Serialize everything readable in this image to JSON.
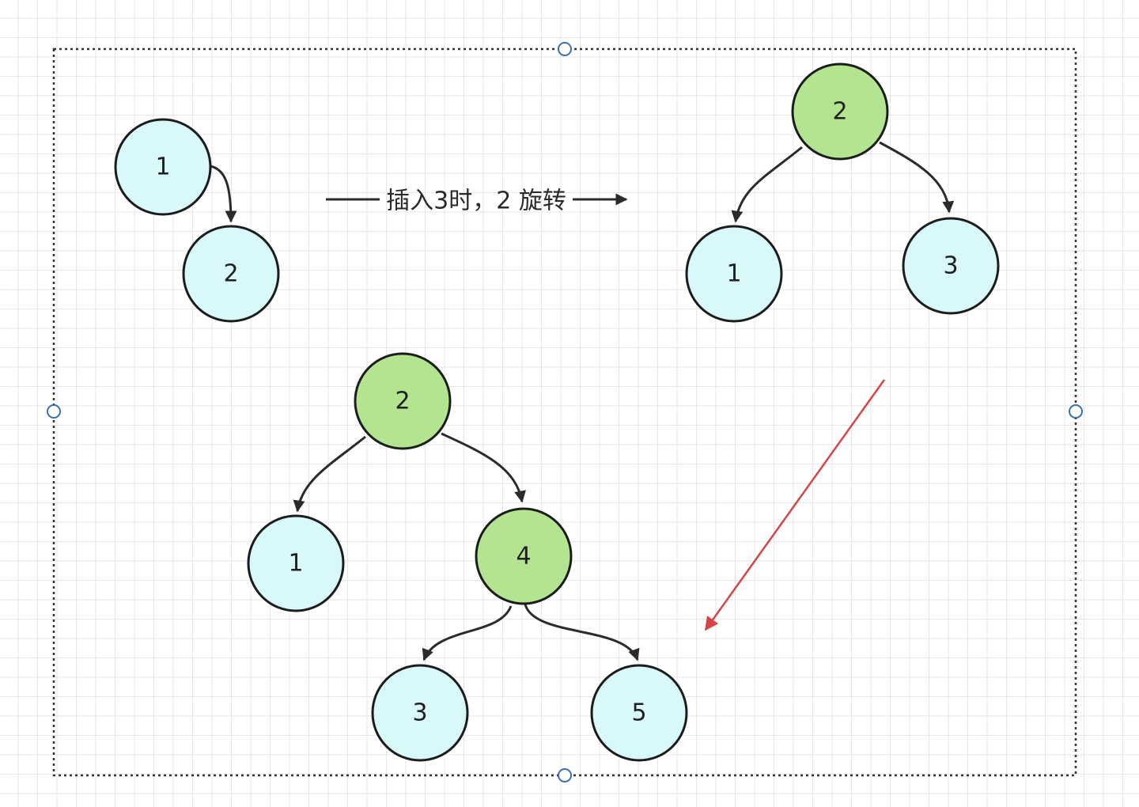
{
  "colors": {
    "node_leaf_fill": "#d9f8f9",
    "node_root_fill": "#b3e490",
    "edge": "#2b2b2b",
    "highlight_arrow": "#d64545",
    "selection_border": "#333333"
  },
  "diagram": {
    "step1": {
      "node_1": "1",
      "node_2": "2"
    },
    "transition": {
      "label": "插入3时，2 旋转"
    },
    "step2": {
      "node_root": "2",
      "node_left": "1",
      "node_right": "3"
    },
    "step3": {
      "node_root": "2",
      "node_left": "1",
      "node_mid": "4",
      "node_ll": "3",
      "node_lr": "5"
    }
  }
}
